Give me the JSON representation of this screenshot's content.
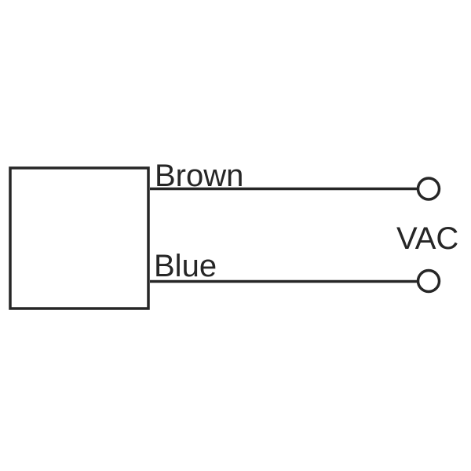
{
  "diagram": {
    "wires": [
      {
        "label": "Brown"
      },
      {
        "label": "Blue"
      }
    ],
    "supply_label": "VAC"
  },
  "colors": {
    "ink": "#262626",
    "background": "#ffffff"
  }
}
